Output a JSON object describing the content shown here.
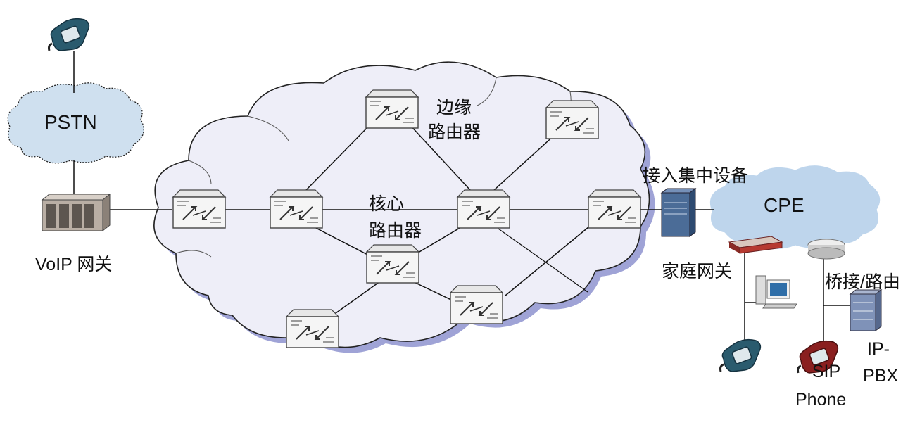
{
  "labels": {
    "pstn": "PSTN",
    "voip_gateway": "VoIP 网关",
    "edge_router_line1": "边缘",
    "edge_router_line2": "路由器",
    "core_router_line1": "核心",
    "core_router_line2": "路由器",
    "access_concentrator": "接入集中设备",
    "cpe": "CPE",
    "home_gateway": "家庭网关",
    "bridge_router": "桥接/路由",
    "sip_phone_line1": "SIP",
    "sip_phone_line2": "Phone",
    "ip_pbx_line1": "IP-",
    "ip_pbx_line2": "PBX"
  },
  "icons": {
    "telephone": "telephone-icon",
    "router": "router-icon",
    "gateway": "voip-gateway-icon",
    "server": "server-icon",
    "computer": "computer-icon",
    "cloud": "cloud-icon"
  },
  "colors": {
    "cloud_fill": "#eeeef8",
    "cloud_stroke": "#222222",
    "cloud_shadow": "#9fa3d6",
    "small_cloud_fill": "#cfe0ef",
    "phone_teal": "#2a5b6e",
    "phone_red": "#8a1f1f",
    "server_blue": "#4b6c97",
    "line": "#111111"
  }
}
